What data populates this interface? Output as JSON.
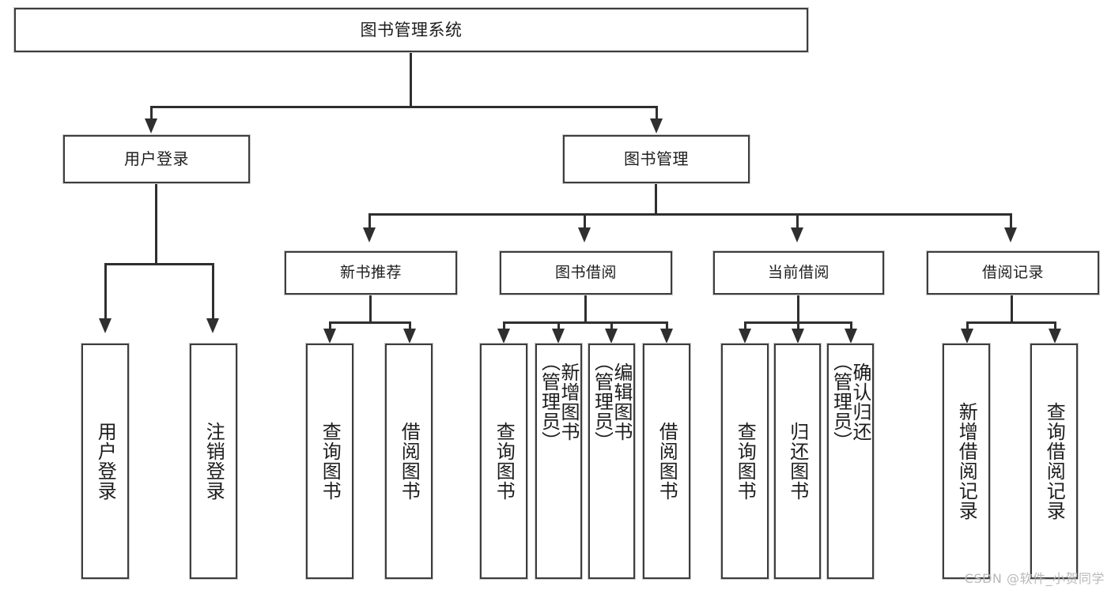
{
  "diagram": {
    "type": "tree-hierarchy",
    "title": "图书管理系统",
    "watermark": "CSDN @软件_小贺同学",
    "colors": {
      "background": "#ffffff",
      "box_border": "#3d3d3d",
      "box_fill": "#ffffff",
      "connector": "#2f2f2f",
      "text": "#1d1d1d",
      "watermark": "#b9b9b9"
    },
    "root": {
      "label": "图书管理系统"
    },
    "level1": [
      {
        "label": "用户登录"
      },
      {
        "label": "图书管理"
      }
    ],
    "level2": [
      {
        "label": "新书推荐"
      },
      {
        "label": "图书借阅"
      },
      {
        "label": "当前借阅"
      },
      {
        "label": "借阅记录"
      }
    ],
    "leaves": {
      "user_login": [
        {
          "label": "用户登录"
        },
        {
          "label": "注销登录"
        }
      ],
      "new_book_recommend": [
        {
          "label": "查询图书"
        },
        {
          "label": "借阅图书"
        }
      ],
      "book_borrow": [
        {
          "label": "查询图书"
        },
        {
          "label": "新增图书\n（管理员）"
        },
        {
          "label": "编辑图书\n（管理员）"
        },
        {
          "label": "借阅图书"
        }
      ],
      "current_borrow": [
        {
          "label": "查询图书"
        },
        {
          "label": "归还图书"
        },
        {
          "label": "确认归还\n（管理员）"
        }
      ],
      "borrow_record": [
        {
          "label": "新增借阅记录"
        },
        {
          "label": "查询借阅记录"
        }
      ]
    }
  }
}
